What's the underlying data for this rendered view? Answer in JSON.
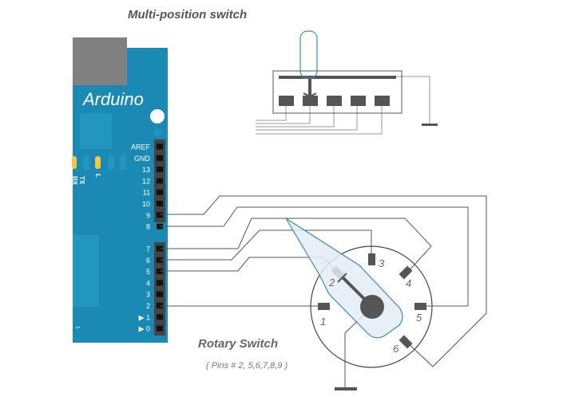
{
  "titles": {
    "slide_switch": "Multi-position switch",
    "rotary_switch": "Rotary Switch",
    "rotary_pins": "( Pins # 2, 5,6,7,8,9 )"
  },
  "arduino": {
    "logo": "Arduino",
    "led_labels": [
      "RX",
      "TX",
      "L"
    ],
    "board_mark": "1",
    "header_top": [
      "AREF",
      "GND",
      "13",
      "12",
      "11",
      "10",
      "9",
      "8"
    ],
    "header_bottom": [
      "7",
      "6",
      "5",
      "4",
      "3",
      "2",
      "▶ 1",
      "▶ 0"
    ]
  },
  "rotary_terminals": [
    "1",
    "2",
    "3",
    "4",
    "5",
    "6"
  ],
  "colors": {
    "board": "#1a8ab4",
    "wire": "#555555",
    "wire_light": "#999999",
    "pad": "#555555",
    "knob_fill": "#e4ecf4",
    "knob_outline": "#3a8ac4"
  }
}
